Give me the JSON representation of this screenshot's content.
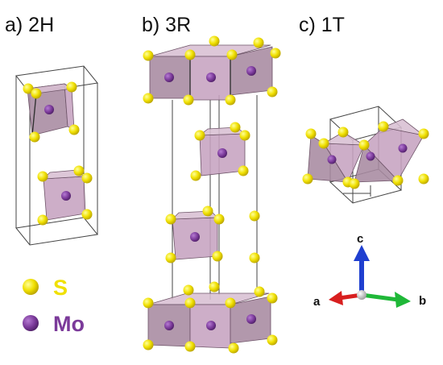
{
  "panels": [
    {
      "label": "a) 2H"
    },
    {
      "label": "b) 3R"
    },
    {
      "label": "c) 1T"
    }
  ],
  "legend": [
    {
      "symbol": "S",
      "color": "#f0e000"
    },
    {
      "symbol": "Mo",
      "color": "#7b3a9a"
    }
  ],
  "axes": {
    "c": {
      "label": "c",
      "color": "#1f3fd0"
    },
    "a": {
      "label": "a",
      "color": "#d81f1f"
    },
    "b": {
      "label": "b",
      "color": "#1fb838"
    }
  },
  "colors": {
    "octahedron_face": "#c6a3c0",
    "octahedron_face_dark": "#a78aa0",
    "octahedron_face_light": "#d8bfd3",
    "sulfur": "#f0e000",
    "molybdenum": "#7b3a9a"
  }
}
